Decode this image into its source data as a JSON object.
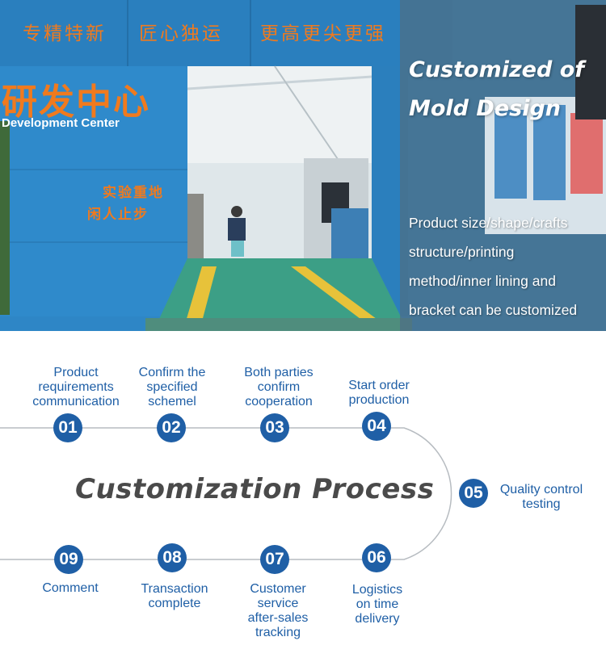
{
  "hero": {
    "slogan_left": "专精特新",
    "slogan_mid": "匠心独运",
    "slogan_right": "更高更尖更强",
    "center_cn": "研发中心",
    "center_en": "Development Center",
    "lab_line1": "实验重地",
    "lab_line2": "闲人止步",
    "title_line1": "Customized of",
    "title_line2": "Mold Design",
    "desc_lines": [
      "Product size/shape/crafts",
      "structure/printing",
      "method/inner lining and",
      "bracket can be customized"
    ]
  },
  "process": {
    "title": "Customization Process",
    "steps": [
      {
        "num": "01",
        "label": [
          "Product",
          "requirements",
          "communication"
        ]
      },
      {
        "num": "02",
        "label": [
          "Confirm the",
          "specified",
          "schemel"
        ]
      },
      {
        "num": "03",
        "label": [
          "Both parties",
          "confirm",
          "cooperation"
        ]
      },
      {
        "num": "04",
        "label": [
          "Start order",
          "production"
        ]
      },
      {
        "num": "05",
        "label": [
          "Quality control",
          "testing"
        ]
      },
      {
        "num": "06",
        "label": [
          "Logistics",
          "on time",
          "delivery"
        ]
      },
      {
        "num": "07",
        "label": [
          "Customer",
          "service",
          "after-sales",
          "tracking"
        ]
      },
      {
        "num": "08",
        "label": [
          "Transaction",
          "complete"
        ]
      },
      {
        "num": "09",
        "label": [
          "Comment"
        ]
      }
    ]
  },
  "colors": {
    "accent_blue": "#1f5fa6",
    "slogan_orange": "#f07a1e",
    "title_gray": "#4a4a4a"
  }
}
